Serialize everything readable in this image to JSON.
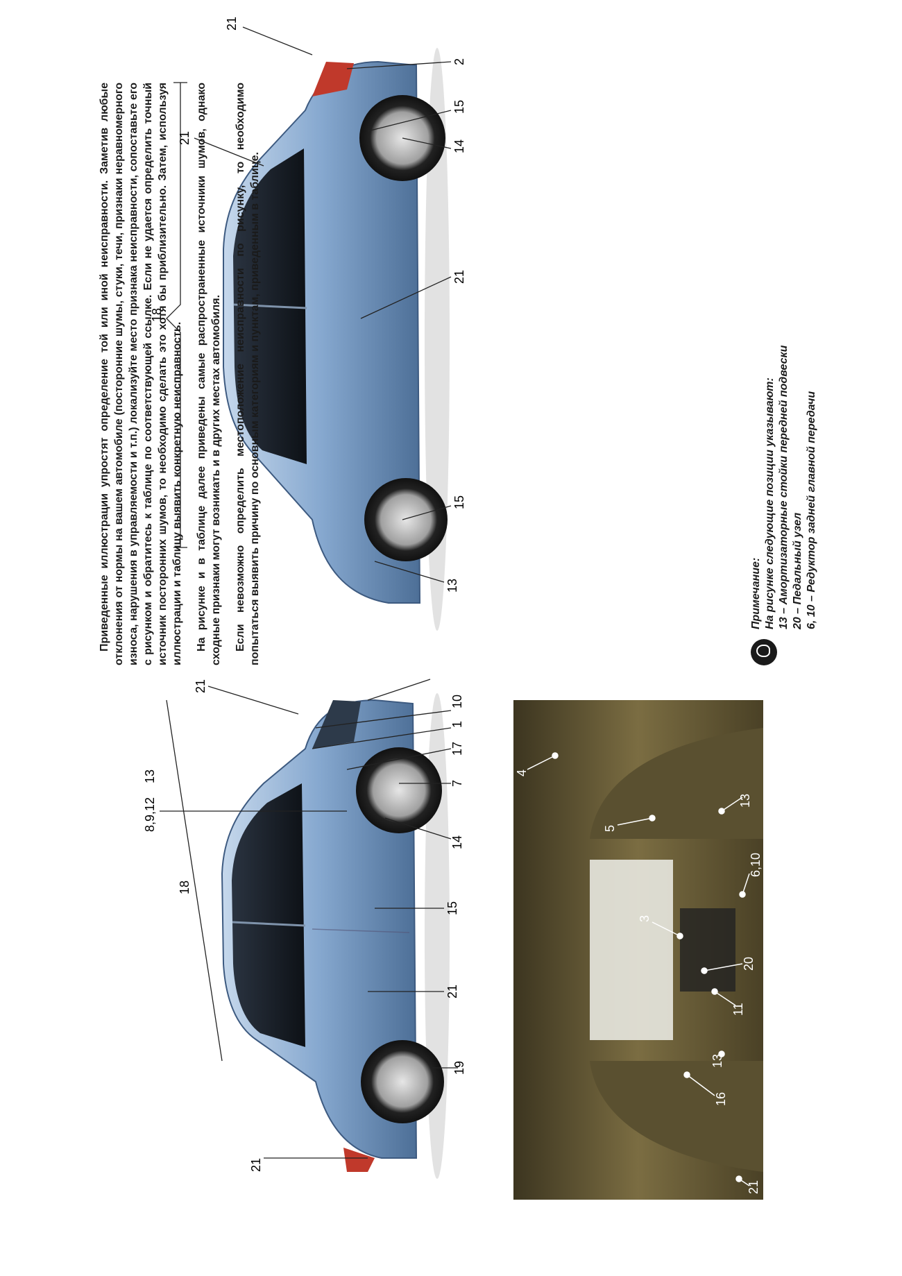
{
  "paragraphs": [
    "Приведенные иллюстрации упростят определение той или иной неисправности. Заметив любые отклонения от нормы на вашем автомобиле (посторонние шумы, стуки, течи, признаки неравномерного износа, нарушения в управляемости и т.п.) локализуйте место признака неисправности, сопоставьте его с рисунком и обратитесь к таблице по соответствующей ссылке. Если не удается определить точный источник посторонних шумов, то необходимо сделать это хотя бы приблизительно. Затем, используя иллюстрации и таблицу выявить конкретную неисправность.",
    "На рисунке и в таблице далее приведены самые распространенные источники шумов, однако сходные признаки могут возникать и в других местах автомобиля.",
    "Если невозможно определить местоположение неисправности по рисунку, то необходимо попытаться выявить причину по основным категориям и пунктам, приведенным в таблице."
  ],
  "note": {
    "title": "Примечание:",
    "line1": "На рисунке следующие позиции указывают:",
    "line2": "13 – Амортизаторные стойки передней подвески",
    "line3": "20 – Педальный узел",
    "line4": "6, 10 – Редуктор задней главной передачи"
  },
  "front_car_labels": {
    "l18": "18",
    "l8912": "8,9,12",
    "l13": "13",
    "l21a": "21",
    "l21b": "21",
    "l21c": "21",
    "l19": "19",
    "l15": "15",
    "l14": "14",
    "l7": "7",
    "l17": "17",
    "l1": "1",
    "l10": "10"
  },
  "rear_car_labels": {
    "l18": "18",
    "l13": "13",
    "l15a": "15",
    "l21a": "21",
    "l14": "14",
    "l15b": "15",
    "l2": "2",
    "l21b": "21",
    "l21c": "21"
  },
  "interior_labels": {
    "l21": "21",
    "l16": "16",
    "l13a": "13",
    "l11": "11",
    "l20": "20",
    "l13b": "13",
    "l3": "3",
    "l4": "4",
    "l610": "6,10",
    "l5": "5"
  },
  "colors": {
    "car_body": "#8fb0d4",
    "interior": "#6b5f3a"
  }
}
